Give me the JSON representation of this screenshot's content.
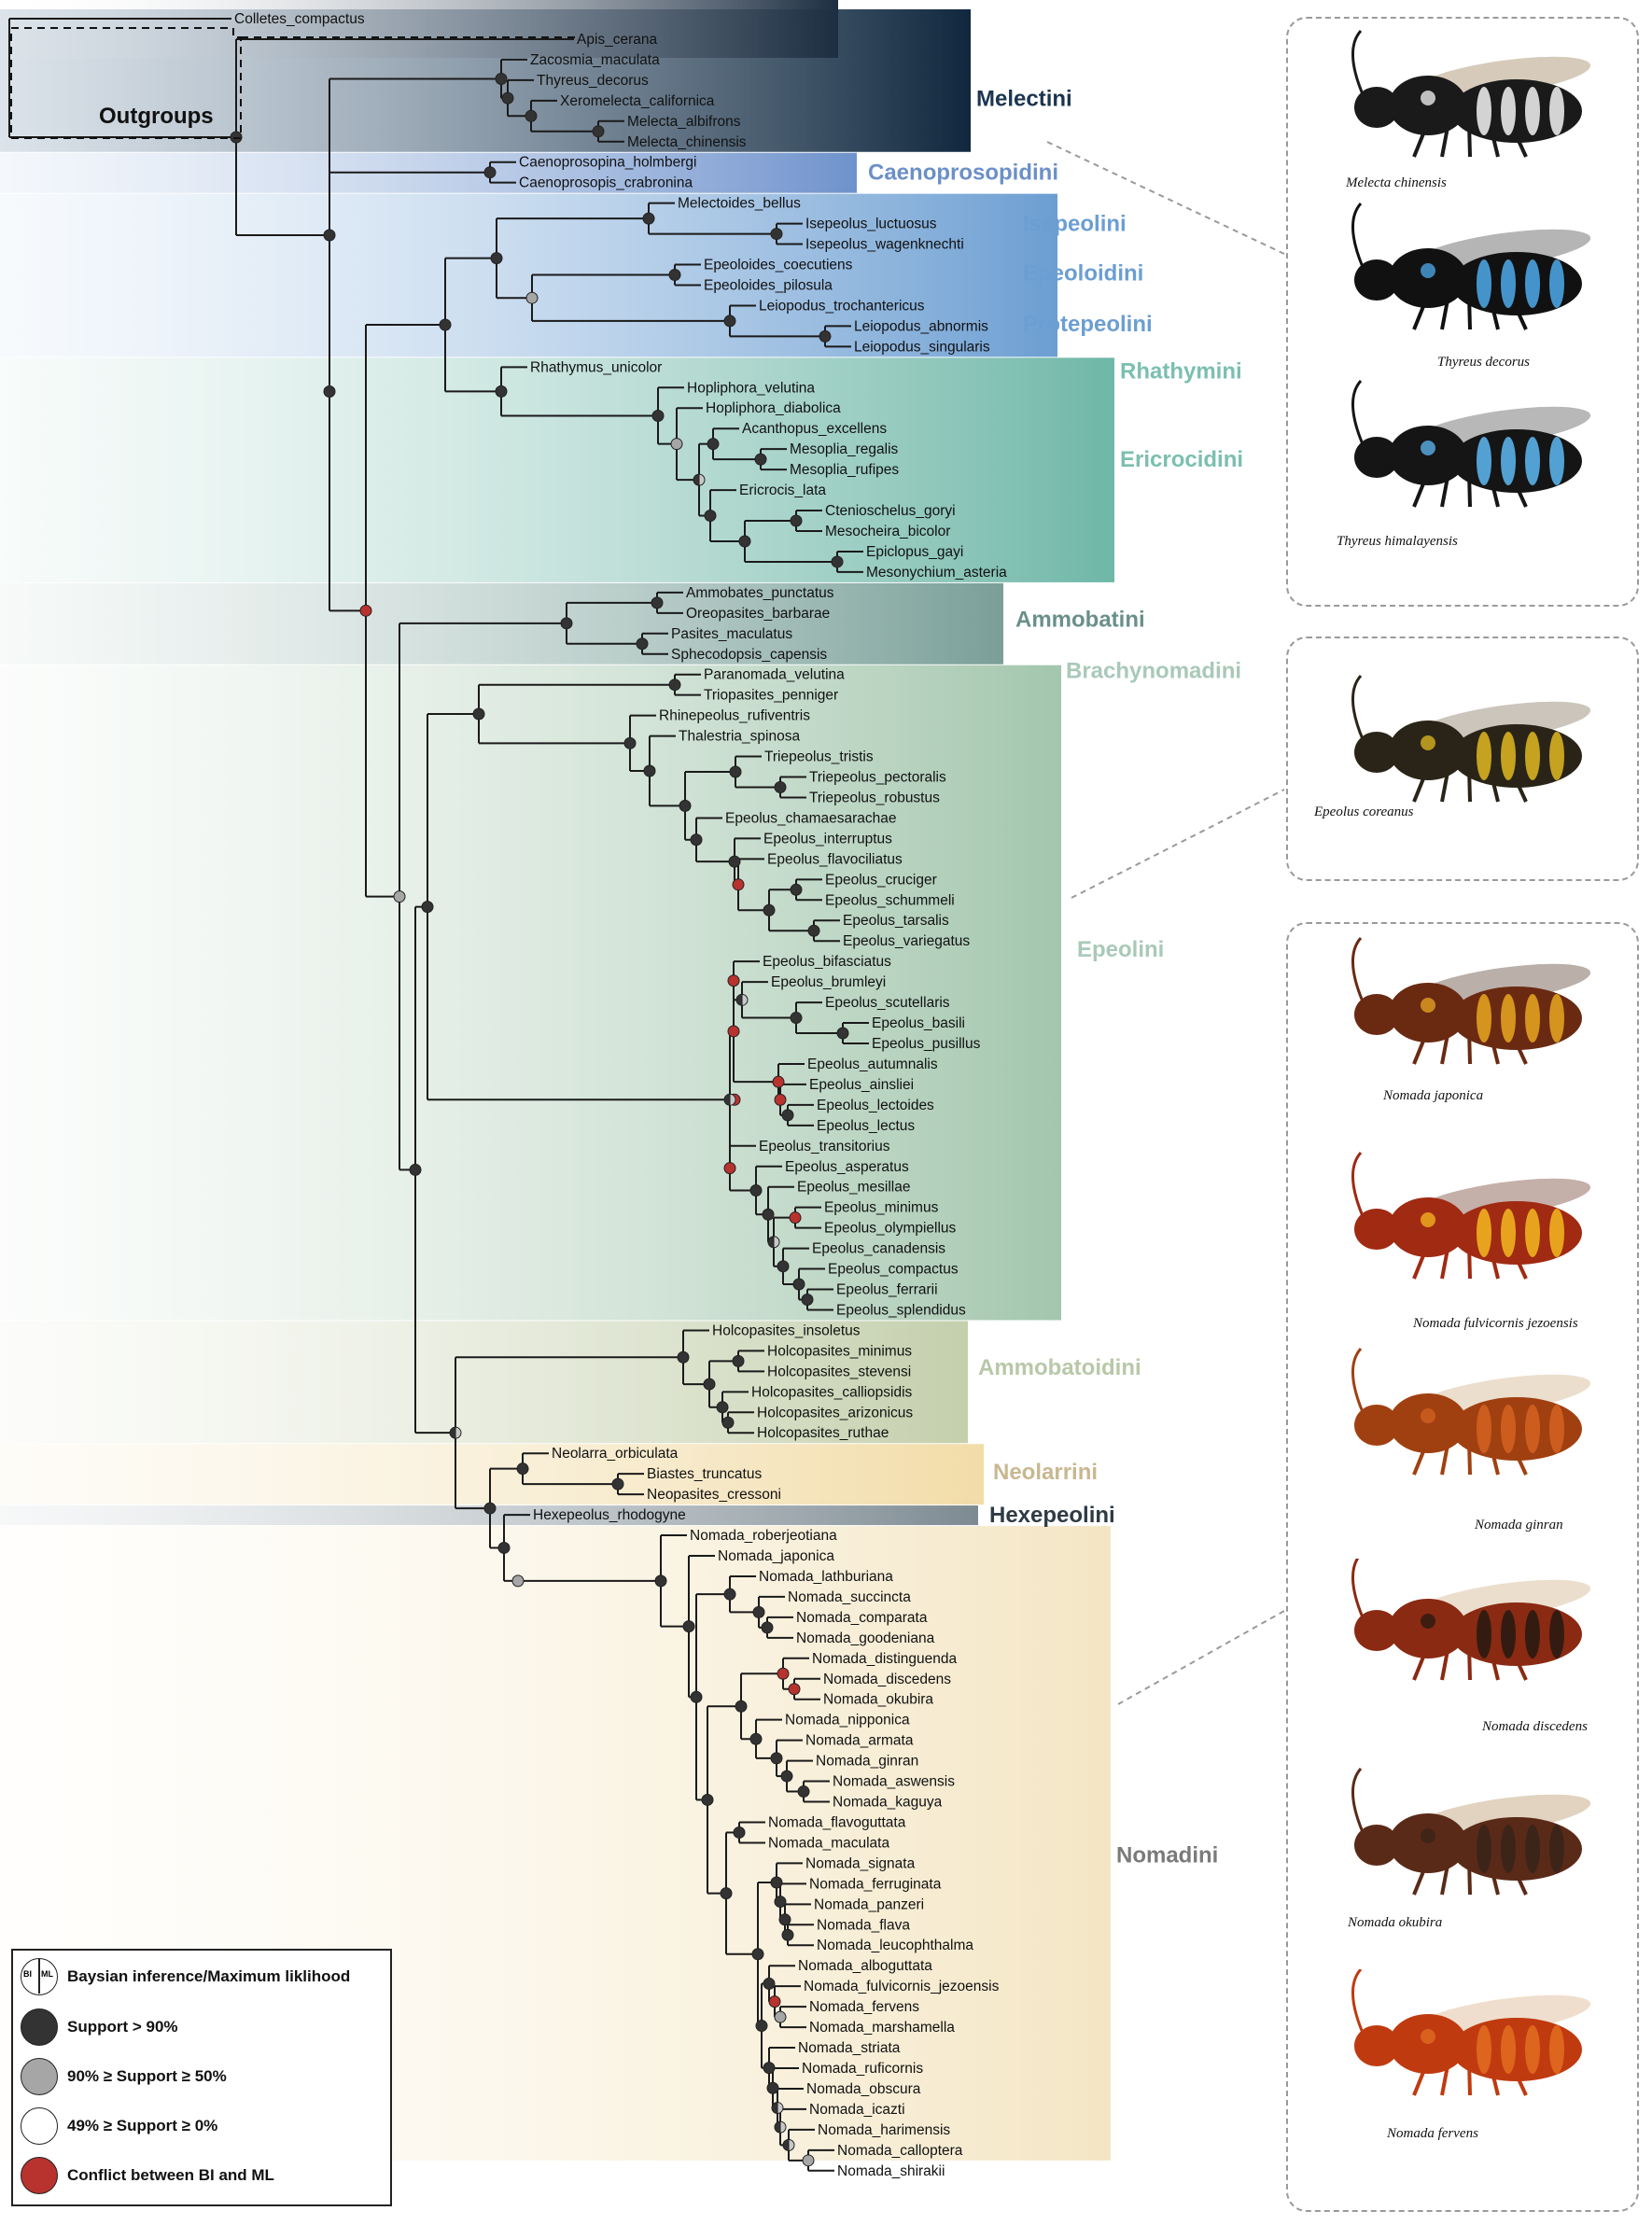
{
  "tribes": [
    {
      "name": "Outgroups",
      "color": "#111111"
    },
    {
      "name": "Melectini",
      "color": "#1b3550"
    },
    {
      "name": "Caenoprosopidini",
      "color": "#6b8fc8"
    },
    {
      "name": "Isepeolini",
      "color": "#6b9ed3"
    },
    {
      "name": "Epeoloidini",
      "color": "#6b9ed3"
    },
    {
      "name": "Protepeolini",
      "color": "#6b9ed3"
    },
    {
      "name": "Rhathymini",
      "color": "#7bbfb0"
    },
    {
      "name": "Ericrocidini",
      "color": "#7bbfb0"
    },
    {
      "name": "Ammobatini",
      "color": "#6a8f8a"
    },
    {
      "name": "Brachynomadini",
      "color": "#a9c9b8"
    },
    {
      "name": "Epeolini",
      "color": "#a9c9b8"
    },
    {
      "name": "Ammobatoidini",
      "color": "#b8c8a8"
    },
    {
      "name": "Neolarrini",
      "color": "#c8b890"
    },
    {
      "name": "Hexepeolini",
      "color": "#2e3b44"
    },
    {
      "name": "Nomadini",
      "color": "#7a7a7a"
    }
  ],
  "taxa": [
    "Colletes_compactus",
    "Apis_cerana",
    "Zacosmia_maculata",
    "Thyreus_decorus",
    "Xeromelecta_californica",
    "Melecta_albifrons",
    "Melecta_chinensis",
    "Caenoprosopina_holmbergi",
    "Caenoprosopis_crabronina",
    "Melectoides_bellus",
    "Isepeolus_luctuosus",
    "Isepeolus_wagenknechti",
    "Epeoloides_coecutiens",
    "Epeoloides_pilosula",
    "Leiopodus_trochantericus",
    "Leiopodus_abnormis",
    "Leiopodus_singularis",
    "Rhathymus_unicolor",
    "Hopliphora_velutina",
    "Hopliphora_diabolica",
    "Acanthopus_excellens",
    "Mesoplia_regalis",
    "Mesoplia_rufipes",
    "Ericrocis_lata",
    "Ctenioschelus_goryi",
    "Mesocheira_bicolor",
    "Epiclopus_gayi",
    "Mesonychium_asteria",
    "Ammobates_punctatus",
    "Oreopasites_barbarae",
    "Pasites_maculatus",
    "Sphecodopsis_capensis",
    "Paranomada_velutina",
    "Triopasites_penniger",
    "Rhinepeolus_rufiventris",
    "Thalestria_spinosa",
    "Triepeolus_tristis",
    "Triepeolus_pectoralis",
    "Triepeolus_robustus",
    "Epeolus_chamaesarachae",
    "Epeolus_interruptus",
    "Epeolus_flavociliatus",
    "Epeolus_cruciger",
    "Epeolus_schummeli",
    "Epeolus_tarsalis",
    "Epeolus_variegatus",
    "Epeolus_bifasciatus",
    "Epeolus_brumleyi",
    "Epeolus_scutellaris",
    "Epeolus_basili",
    "Epeolus_pusillus",
    "Epeolus_autumnalis",
    "Epeolus_ainsliei",
    "Epeolus_lectoides",
    "Epeolus_lectus",
    "Epeolus_transitorius",
    "Epeolus_asperatus",
    "Epeolus_mesillae",
    "Epeolus_minimus",
    "Epeolus_olympiellus",
    "Epeolus_canadensis",
    "Epeolus_compactus",
    "Epeolus_ferrarii",
    "Epeolus_splendidus",
    "Holcopasites_insoletus",
    "Holcopasites_minimus",
    "Holcopasites_stevensi",
    "Holcopasites_calliopsidis",
    "Holcopasites_arizonicus",
    "Holcopasites_ruthae",
    "Neolarra_orbiculata",
    "Biastes_truncatus",
    "Neopasites_cressoni",
    "Hexepeolus_rhodogyne",
    "Nomada_roberjeotiana",
    "Nomada_japonica",
    "Nomada_lathburiana",
    "Nomada_succincta",
    "Nomada_comparata",
    "Nomada_goodeniana",
    "Nomada_distinguenda",
    "Nomada_discedens",
    "Nomada_okubira",
    "Nomada_nipponica",
    "Nomada_armata",
    "Nomada_ginran",
    "Nomada_aswensis",
    "Nomada_kaguya",
    "Nomada_flavoguttata",
    "Nomada_maculata",
    "Nomada_signata",
    "Nomada_ferruginata",
    "Nomada_panzeri",
    "Nomada_flava",
    "Nomada_leucophthalma",
    "Nomada_alboguttata",
    "Nomada_fulvicornis_jezoensis",
    "Nomada_fervens",
    "Nomada_marshamella",
    "Nomada_striata",
    "Nomada_ruficornis",
    "Nomada_obscura",
    "Nomada_icazti",
    "Nomada_harimensis",
    "Nomada_calloptera",
    "Nomada_shirakii"
  ],
  "photos": [
    {
      "caption": "Melecta chinensis",
      "palette": [
        "#1a1a1a",
        "#e8e8e8",
        "#8a6a3a"
      ]
    },
    {
      "caption": "Thyreus decorus",
      "palette": [
        "#111111",
        "#4aa3e0",
        "#2a2a2a"
      ]
    },
    {
      "caption": "Thyreus himalayensis",
      "palette": [
        "#151515",
        "#5ab0e8",
        "#333333"
      ]
    },
    {
      "caption": "Epeolus coreanus",
      "palette": [
        "#2a2418",
        "#d6b020",
        "#6a5a40"
      ]
    },
    {
      "caption": "Nomada japonica",
      "palette": [
        "#6a2a12",
        "#e0a020",
        "#3a1a0a"
      ]
    },
    {
      "caption": "Nomada fulvicornis jezoensis",
      "palette": [
        "#a02a12",
        "#f0b020",
        "#5a1a0a"
      ]
    },
    {
      "caption": "Nomada ginran",
      "palette": [
        "#a04010",
        "#d06020",
        "#c8a070"
      ]
    },
    {
      "caption": "Nomada discedens",
      "palette": [
        "#8a2a12",
        "#2a1a12",
        "#c8a070"
      ]
    },
    {
      "caption": "Nomada okubira",
      "palette": [
        "#5a2a18",
        "#3a2418",
        "#a8804a"
      ]
    },
    {
      "caption": "Nomada fervens",
      "palette": [
        "#c03a10",
        "#e06a20",
        "#d0a070"
      ]
    }
  ],
  "legend": {
    "header": "Baysian inference/Maximum liklihood",
    "bi_label": "BI",
    "ml_label": "ML",
    "items": [
      {
        "label": "Support > 90%",
        "color": "#333333"
      },
      {
        "label": "90% ≥ Support ≥ 50%",
        "color": "#a6a6a6"
      },
      {
        "label": "49% ≥ Support ≥ 0%",
        "color": "#ffffff"
      },
      {
        "label": "Conflict between BI and ML",
        "color": "#b8322e"
      }
    ]
  }
}
